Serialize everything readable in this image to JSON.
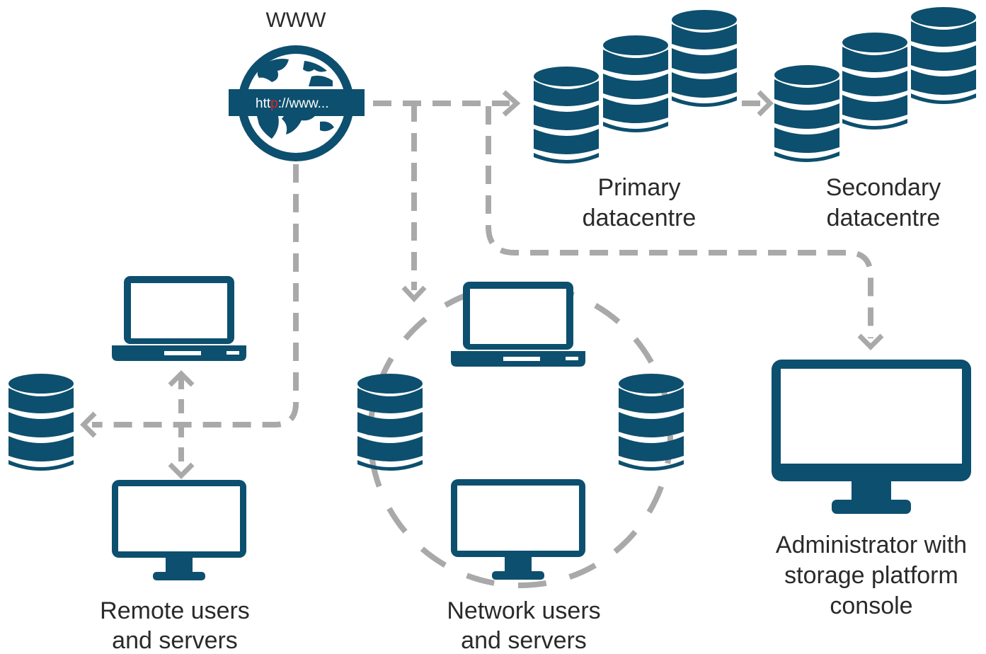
{
  "colors": {
    "icon": "#0d4f6e",
    "connector": "#a9a9a9",
    "text": "#2a2a2a",
    "url_highlight": "#e32222"
  },
  "internet": {
    "label": "WWW",
    "url_prefix": "htt",
    "url_highlight": "p",
    "url_suffix": "://www...",
    "icon": "globe-icon"
  },
  "primary_datacentre": {
    "line1": "Primary",
    "line2": "datacentre",
    "icon": "database-icon"
  },
  "secondary_datacentre": {
    "line1": "Secondary",
    "line2": "datacentre",
    "icon": "database-icon"
  },
  "remote": {
    "line1": "Remote users",
    "line2": "and servers",
    "icons": [
      "laptop-icon",
      "database-icon",
      "monitor-icon"
    ]
  },
  "network": {
    "line1": "Network users",
    "line2": "and servers",
    "icons": [
      "laptop-icon",
      "database-icon",
      "database-icon",
      "monitor-icon"
    ]
  },
  "admin": {
    "line1": "Administrator with",
    "line2": "storage platform",
    "line3": "console",
    "icon": "monitor-icon"
  }
}
